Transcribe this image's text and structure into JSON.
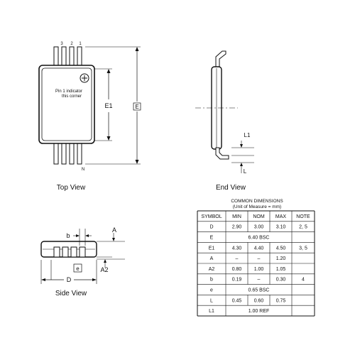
{
  "top_view": {
    "caption": "Top View",
    "pin_labels": [
      "3",
      "2",
      "1"
    ],
    "pin_n_label": "N",
    "indicator_line1": "Pin 1 indicator",
    "indicator_line2": "this corner",
    "e1_label": "E1",
    "e_label": "E"
  },
  "end_view": {
    "caption": "End View",
    "l1_label": "L1",
    "l_label": "L"
  },
  "side_view": {
    "caption": "Side View",
    "b_label": "b",
    "a_label": "A",
    "a2_label": "A2",
    "e_label": "e",
    "d_label": "D"
  },
  "dimensions_table": {
    "title": "COMMON DIMENSIONS",
    "subtitle": "(Unit of Measure = mm)",
    "headers": [
      "SYMBOL",
      "MIN",
      "NOM",
      "MAX",
      "NOTE"
    ],
    "rows": [
      {
        "symbol": "D",
        "min": "2.90",
        "nom": "3.00",
        "max": "3.10",
        "note": "2, 5",
        "merged": ""
      },
      {
        "symbol": "E",
        "min": "",
        "nom": "",
        "max": "",
        "note": "",
        "merged": "6.40 BSC"
      },
      {
        "symbol": "E1",
        "min": "4.30",
        "nom": "4.40",
        "max": "4.50",
        "note": "3, 5",
        "merged": ""
      },
      {
        "symbol": "A",
        "min": "–",
        "nom": "–",
        "max": "1.20",
        "note": "",
        "merged": ""
      },
      {
        "symbol": "A2",
        "min": "0.80",
        "nom": "1.00",
        "max": "1.05",
        "note": "",
        "merged": ""
      },
      {
        "symbol": "b",
        "min": "0.19",
        "nom": "–",
        "max": "0.30",
        "note": "4",
        "merged": ""
      },
      {
        "symbol": "e",
        "min": "",
        "nom": "",
        "max": "",
        "note": "",
        "merged": "0.65 BSC"
      },
      {
        "symbol": "L",
        "min": "0.45",
        "nom": "0.60",
        "max": "0.75",
        "note": "",
        "merged": ""
      },
      {
        "symbol": "L1",
        "min": "",
        "nom": "",
        "max": "",
        "note": "",
        "merged": "1.00 REF"
      }
    ]
  }
}
